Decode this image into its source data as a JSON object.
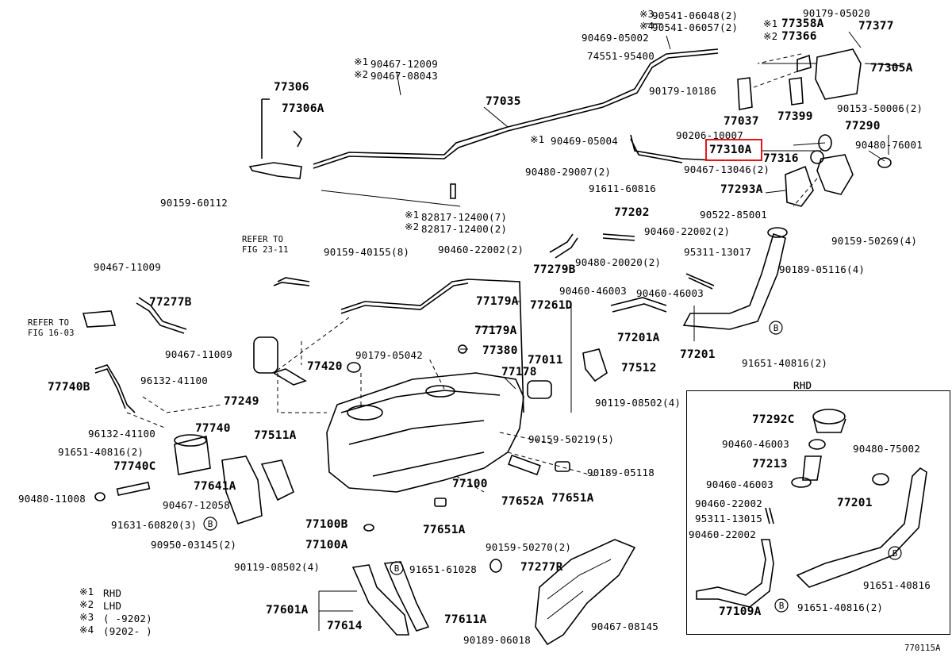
{
  "diagram": {
    "figure_id": "770115A",
    "rhd_panel_title": "RHD",
    "highlight_color": "#e8141c",
    "highlighted_part": "77310A",
    "legend": [
      {
        "mark": "※1",
        "text": "RHD"
      },
      {
        "mark": "※2",
        "text": "LHD"
      },
      {
        "mark": "※3",
        "text": "(      -9202)"
      },
      {
        "mark": "※4",
        "text": "(9202-      )"
      }
    ],
    "refer_to": [
      "REFER TO",
      "FIG 23-11",
      "REFER TO",
      "FIG 16-03"
    ],
    "circle_mark": "B",
    "labels": [
      "※3",
      "90541-06048(2)",
      "※4",
      "90541-06057(2)",
      "90179-05020",
      "※1",
      "77358A",
      "※2",
      "77366",
      "77377",
      "90469-05002",
      "74551-95400",
      "77305A",
      "※1",
      "90467-12009",
      "※2",
      "90467-08043",
      "77306",
      "77306A",
      "77035",
      "90179-10186",
      "90153-50006(2)",
      "77399",
      "77037",
      "77290",
      "90206-10007",
      "77310A",
      "77316",
      "90480-76001",
      "※1",
      "90469-05004",
      "90467-13046(2)",
      "77293A",
      "90159-60112",
      "90480-29007(2)",
      "91611-60816",
      "※1",
      "82817-12400(7)",
      "※2",
      "82817-12400(2)",
      "77202",
      "90522-85001",
      "90159-50269(4)",
      "90460-22002(2)",
      "90460-22002(2)",
      "95311-13017",
      "77279B",
      "90480-20020(2)",
      "90189-05116(4)",
      "90467-11009",
      "90159-40155(8)",
      "77179A",
      "77261D",
      "90460-46003",
      "90460-46003",
      "77277B",
      "77179A",
      "77201A",
      "77201",
      "90467-11009",
      "90179-05042",
      "77380",
      "91651-40816(2)",
      "77420",
      "77011",
      "77178",
      "77512",
      "77740B",
      "96132-41100",
      "77249",
      "90119-08502(4)",
      "RHD",
      "77292C",
      "96132-41100",
      "77740",
      "77511A",
      "90159-50219(5)",
      "90460-46003",
      "90480-75002",
      "91651-40816(2)",
      "77213",
      "77740C",
      "77100",
      "90189-05118",
      "90460-46003",
      "90480-11008",
      "77641A",
      "77652A",
      "77651A",
      "90467-12058",
      "90460-22002",
      "77201",
      "91631-60820(3)",
      "95311-13015",
      "77100B",
      "77651A",
      "90460-22002",
      "90950-03145(2)",
      "77100A",
      "90159-50270(2)",
      "91651-40816",
      "91651-61028",
      "77277R",
      "90119-08502(4)",
      "77601A",
      "77611A",
      "77109A",
      "91651-40816(2)",
      "77614",
      "90189-06018",
      "90467-08145",
      "770115A"
    ]
  }
}
